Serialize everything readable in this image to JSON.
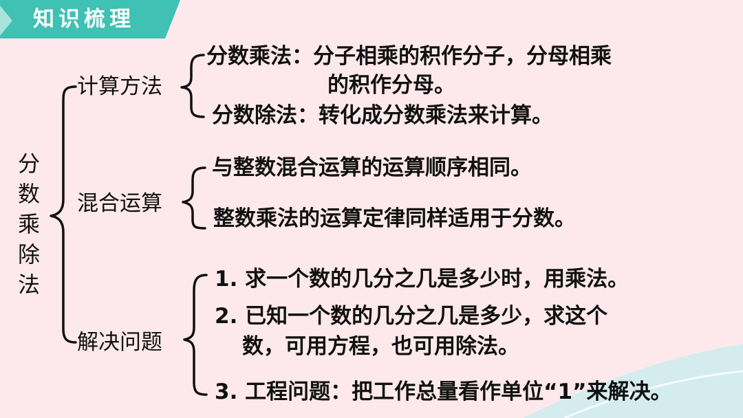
{
  "header": {
    "title": "知识梳理"
  },
  "root": {
    "label": "分数乘除法"
  },
  "sections": [
    {
      "label": "计算方法",
      "items": [
        {
          "text_line1": "分数乘法：分子相乘的积作分子，分母相乘",
          "text_line2": "的积作分母。"
        },
        {
          "text_line1": "分数除法：转化成分数乘法来计算。"
        }
      ]
    },
    {
      "label": "混合运算",
      "items": [
        {
          "text_line1": "与整数混合运算的运算顺序相同。"
        },
        {
          "text_line1": "整数乘法的运算定律同样适用于分数。"
        }
      ]
    },
    {
      "label": "解决问题",
      "items": [
        {
          "text_line1": "1. 求一个数的几分之几是多少时，用乘法。"
        },
        {
          "text_line1": "2. 已知一个数的几分之几是多少，求这个",
          "text_line2": "数，可用方程，也可用除法。"
        },
        {
          "text_line1": "3. 工程问题：把工作总量看作单位“1”来解决。"
        }
      ]
    }
  ],
  "colors": {
    "banner": "#3fc1b3",
    "background": "#fde9ec",
    "text": "#111111"
  }
}
